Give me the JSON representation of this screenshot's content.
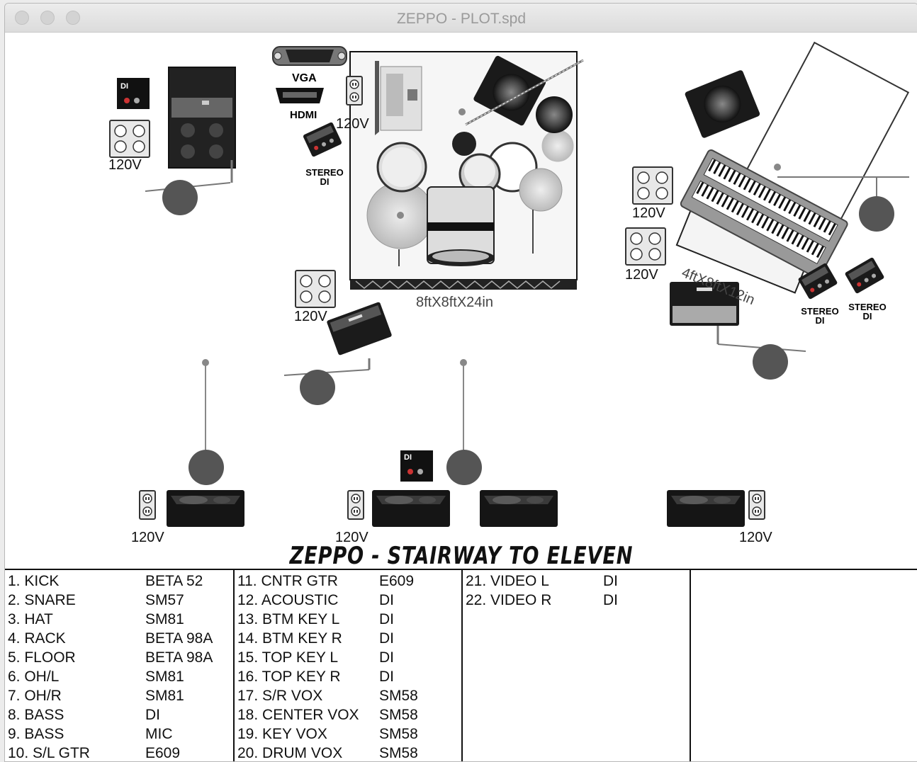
{
  "window": {
    "title": "ZEPPO - PLOT.spd"
  },
  "stage": {
    "labels": {
      "vga": "VGA",
      "hdmi": "HDMI",
      "di": "DI",
      "stereo_di": "STEREO\nDI",
      "volt": "120V",
      "drum_riser": "8ftX8ftX24in",
      "key_riser": "4ftX8ftX12in"
    },
    "banner": "ZEPPO - STAIRWAY TO ELEVEN"
  },
  "input_list": {
    "columns": [
      [
        {
          "name": "1. KICK",
          "source": "BETA 52"
        },
        {
          "name": "2. SNARE",
          "source": "SM57"
        },
        {
          "name": "3. HAT",
          "source": "SM81"
        },
        {
          "name": "4. RACK",
          "source": "BETA 98A"
        },
        {
          "name": "5. FLOOR",
          "source": "BETA 98A"
        },
        {
          "name": "6. OH/L",
          "source": "SM81"
        },
        {
          "name": "7. OH/R",
          "source": "SM81"
        },
        {
          "name": "8. BASS",
          "source": "DI"
        },
        {
          "name": "9. BASS",
          "source": "MIC"
        },
        {
          "name": "10. S/L GTR",
          "source": "E609"
        }
      ],
      [
        {
          "name": "11. CNTR GTR",
          "source": "E609"
        },
        {
          "name": "12. ACOUSTIC",
          "source": "DI"
        },
        {
          "name": "13. BTM KEY L",
          "source": "DI"
        },
        {
          "name": "14. BTM KEY R",
          "source": "DI"
        },
        {
          "name": "15. TOP KEY L",
          "source": "DI"
        },
        {
          "name": "16. TOP KEY R",
          "source": "DI"
        },
        {
          "name": "17. S/R VOX",
          "source": "SM58"
        },
        {
          "name": "18. CENTER VOX",
          "source": "SM58"
        },
        {
          "name": "19. KEY VOX",
          "source": "SM58"
        },
        {
          "name": "20. DRUM VOX",
          "source": "SM58"
        }
      ],
      [
        {
          "name": "21. VIDEO L",
          "source": "DI"
        },
        {
          "name": "22. VIDEO R",
          "source": "DI"
        }
      ],
      []
    ]
  }
}
